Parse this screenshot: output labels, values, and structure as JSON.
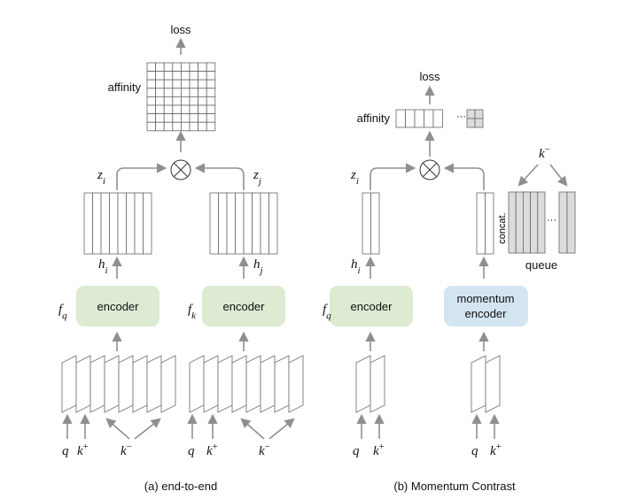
{
  "colors": {
    "encoder_fill": "#dcebd2",
    "momentum_encoder_fill": "#d4e5f2",
    "arrow": "#8f8f8f",
    "queue_fill": "#dcdcdc"
  },
  "icons": [
    "multiply-circle-icon",
    "up-arrow-icon",
    "curved-arrow-icon"
  ],
  "panel_a": {
    "caption": "(a) end-to-end",
    "loss": "loss",
    "affinity": "affinity",
    "z_i": "z",
    "z_i_sub": "i",
    "z_j": "z",
    "z_j_sub": "j",
    "h_i": "h",
    "h_i_sub": "i",
    "h_j": "h",
    "h_j_sub": "j",
    "f_q": "f",
    "f_q_sub": "q",
    "f_k": "f",
    "f_k_sub": "k",
    "encoder_left": "encoder",
    "encoder_right": "encoder",
    "q_left": "q",
    "k_plus_left": "k",
    "k_plus_left_sup": "+",
    "k_minus_left": "k",
    "k_minus_left_sup": "−",
    "q_right": "q",
    "k_plus_right": "k",
    "k_plus_right_sup": "+",
    "k_minus_right": "k",
    "k_minus_right_sup": "−"
  },
  "panel_b": {
    "caption": "(b) Momentum Contrast",
    "loss": "loss",
    "affinity": "affinity",
    "ellipsis_affinity": "···",
    "z_i": "z",
    "z_i_sub": "i",
    "h_i": "h",
    "h_i_sub": "i",
    "f_q": "f",
    "f_q_sub": "q",
    "encoder": "encoder",
    "momentum_encoder_line1": "momentum",
    "momentum_encoder_line2": "encoder",
    "k_minus": "k",
    "k_minus_sup": "−",
    "concat": "concat.",
    "ellipsis_queue": "···",
    "queue": "queue",
    "q_left": "q",
    "k_plus_left": "k",
    "k_plus_left_sup": "+",
    "q_right": "q",
    "k_plus_right": "k",
    "k_plus_right_sup": "+"
  }
}
